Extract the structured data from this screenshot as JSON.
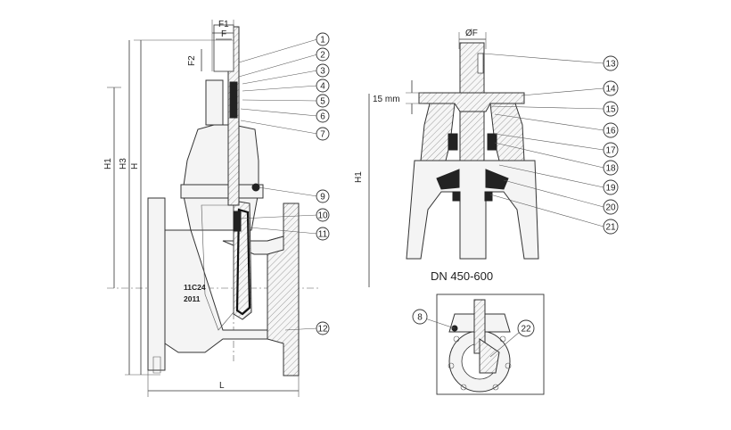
{
  "dimensions": {
    "F1": "F1",
    "F": "F",
    "F2": "F2",
    "H1_left": "H1",
    "H3": "H3",
    "H": "H",
    "L": "L",
    "phiF": "ØF",
    "gap_15mm": "15 mm",
    "H1_right": "H1"
  },
  "body_marking": {
    "line1": "11C24",
    "line2": "2011"
  },
  "detail_title": "DN 450-600",
  "callouts": [
    "1",
    "2",
    "3",
    "4",
    "5",
    "6",
    "7",
    "9",
    "10",
    "11",
    "12",
    "13",
    "14",
    "15",
    "16",
    "17",
    "18",
    "19",
    "20",
    "21",
    "8",
    "22"
  ]
}
